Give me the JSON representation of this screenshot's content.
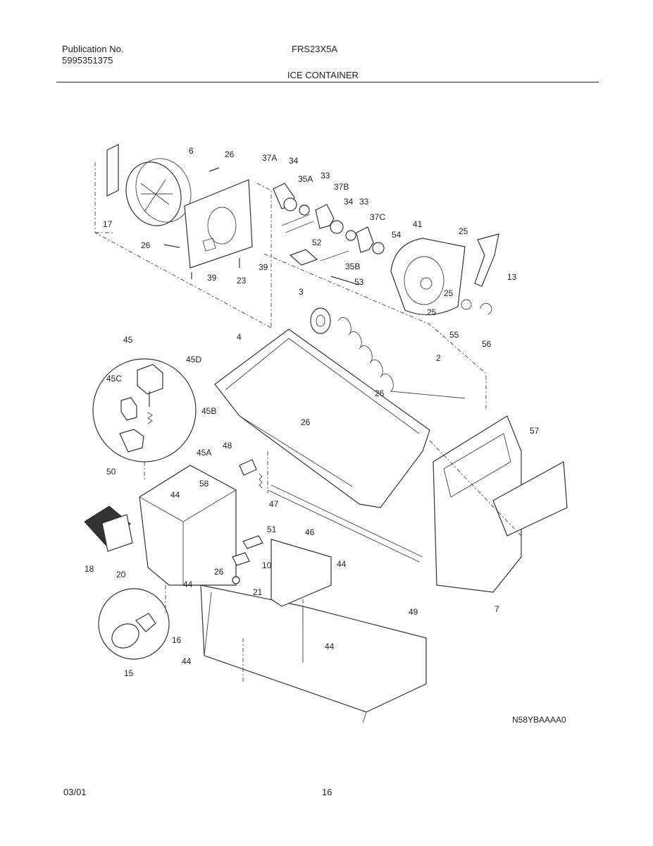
{
  "header": {
    "publication_label": "Publication No.",
    "publication_number": "5995351375",
    "model": "FRS23X5A",
    "section_title": "ICE CONTAINER"
  },
  "footer": {
    "date": "03/01",
    "page": "16"
  },
  "diagram_code": "N58YBAAAA0",
  "callouts": {
    "c6": "6",
    "c26a": "26",
    "c37a": "37A",
    "c34a": "34",
    "c35a": "35A",
    "c33a": "33",
    "c37b": "37B",
    "c34b": "34",
    "c33b": "33",
    "c37c": "37C",
    "c41": "41",
    "c25a": "25",
    "c17": "17",
    "c26b": "26",
    "c52": "52",
    "c54": "54",
    "c39a": "39",
    "c39b": "39",
    "c23": "23",
    "c35b": "35B",
    "c53": "53",
    "c13": "13",
    "c3": "3",
    "c25b": "25",
    "c25c": "25",
    "c55": "55",
    "c56": "56",
    "c45": "45",
    "c4": "4",
    "c45d": "45D",
    "c2": "2",
    "c45c": "45C",
    "c26c": "26",
    "c45b": "45B",
    "c26d": "26",
    "c57": "57",
    "c45a": "45A",
    "c48": "48",
    "c50": "50",
    "c58": "58",
    "c44a": "44",
    "c47": "47",
    "c51": "51",
    "c46": "46",
    "c18": "18",
    "c20": "20",
    "c26e": "26",
    "c10": "10",
    "c44b": "44",
    "c44c": "44",
    "c21": "21",
    "c49": "49",
    "c7": "7",
    "c16": "16",
    "c44d": "44",
    "c44e": "44",
    "c15": "15"
  }
}
